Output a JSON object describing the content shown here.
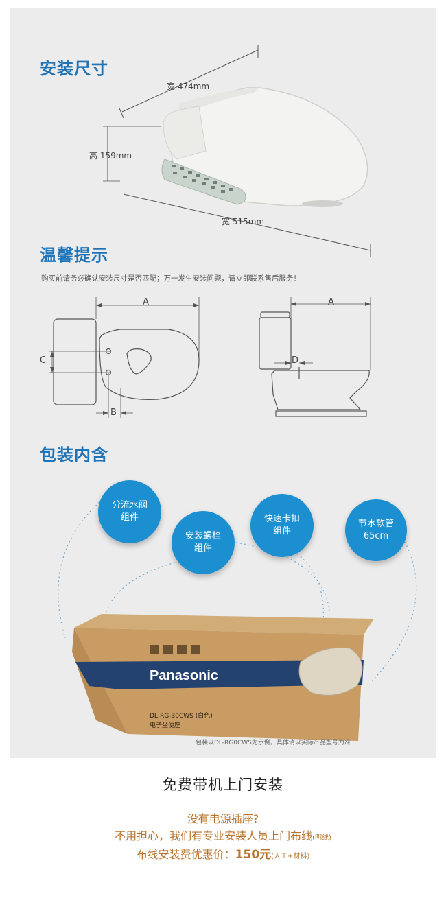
{
  "sections": {
    "install_size": "安装尺寸",
    "tips": "温馨提示",
    "package": "包装内含"
  },
  "dimensions": {
    "width_top": "宽 474mm",
    "height": "高 159mm",
    "width_bottom": "宽 515mm"
  },
  "notice": "购买前请务必确认安装尺寸是否匹配；万一发生安装问题，请立即联系售后服务！",
  "diagram_labels": {
    "a1": "A",
    "b": "B",
    "c": "C",
    "a2": "A",
    "d": "D"
  },
  "components": [
    {
      "line1": "分流水阀",
      "line2": "组件"
    },
    {
      "line1": "安装螺栓",
      "line2": "组件"
    },
    {
      "line1": "快速卡扣",
      "line2": "组件"
    },
    {
      "line1": "节水软管",
      "line2": "65cm"
    }
  ],
  "box": {
    "brand": "Panasonic",
    "model": "DL-RG-30CWS (白色)",
    "product_name": "电子坐便座"
  },
  "caption": "包装以DL-RG0CWS为示例，具体请以实际产品型号为准",
  "service": {
    "headline": "免费带机上门安装",
    "line1": "没有电源插座?",
    "line2_main": "不用担心，我们有专业安装人员上门布线",
    "line2_note": "(明线)",
    "line3_main": "布线安装费优惠价：",
    "line3_price": "150元",
    "line3_note": "(人工+材料)"
  },
  "colors": {
    "title_blue": "#1f73b7",
    "bubble_blue": "#1b8fd0",
    "orange": "#b8742c",
    "panel": "#ececec"
  }
}
